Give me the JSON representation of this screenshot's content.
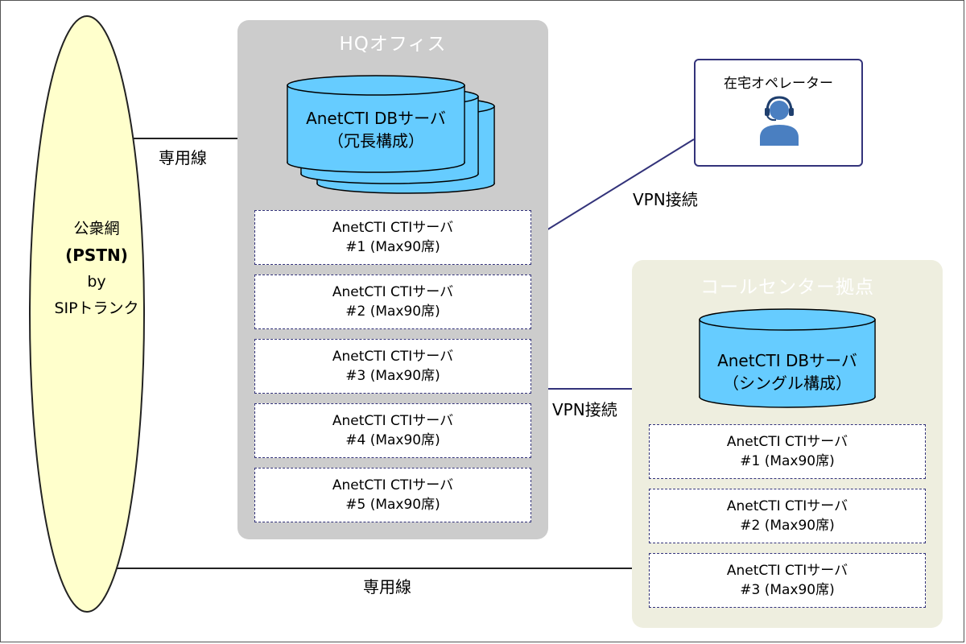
{
  "pstn": {
    "line1": "公衆網",
    "line2": "(PSTN)",
    "line3": "by",
    "line4": "SIPトランク"
  },
  "hq": {
    "title": "HQオフィス",
    "db": {
      "line1": "AnetCTI DBサーバ",
      "line2": "（冗長構成）"
    },
    "servers": [
      {
        "name": "AnetCTI CTIサーバ",
        "detail": "#1 (Max90席)"
      },
      {
        "name": "AnetCTI CTIサーバ",
        "detail": "#2 (Max90席)"
      },
      {
        "name": "AnetCTI CTIサーバ",
        "detail": "#3 (Max90席)"
      },
      {
        "name": "AnetCTI CTIサーバ",
        "detail": "#4 (Max90席)"
      },
      {
        "name": "AnetCTI CTIサーバ",
        "detail": "#5 (Max90席)"
      }
    ]
  },
  "callcenter": {
    "title": "コールセンター拠点",
    "db": {
      "line1": "AnetCTI DBサーバ",
      "line2": "（シングル構成）"
    },
    "servers": [
      {
        "name": "AnetCTI CTIサーバ",
        "detail": "#1 (Max90席)"
      },
      {
        "name": "AnetCTI CTIサーバ",
        "detail": "#2 (Max90席)"
      },
      {
        "name": "AnetCTI CTIサーバ",
        "detail": "#3 (Max90席)"
      }
    ]
  },
  "operator": {
    "label": "在宅オペレーター",
    "icon": "operator-headset-icon"
  },
  "connections": {
    "pstn_hq": "専用線",
    "pstn_cc": "専用線",
    "operator_vpn": "VPN接続",
    "hq_cc_vpn": "VPN接続"
  },
  "colors": {
    "pstn_fill": "#ffffcc",
    "db_fill": "#66ccff",
    "hq_panel": "#cccccc",
    "callcenter_panel": "#eeeedf",
    "vpn_line": "#33337a",
    "operator_icon": "#4a7fc1"
  }
}
